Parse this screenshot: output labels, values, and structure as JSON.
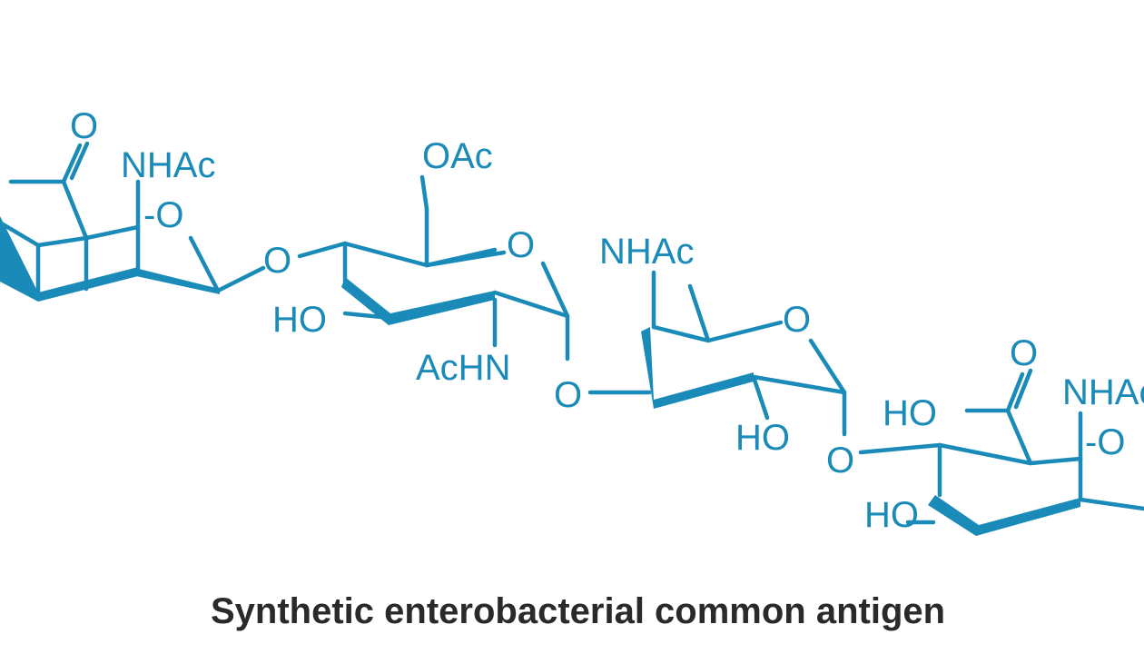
{
  "caption": "Synthetic enterobacterial common antigen",
  "colors": {
    "structure": "#1a8bb8",
    "caption": "#2a2a2a",
    "background": "#ffffff"
  },
  "labels": {
    "o_carbonyl_1": "O",
    "nhac_1": "NHAc",
    "o_ring_1": "-O",
    "o_link_1": "O",
    "oac": "OAc",
    "o_ring_2": "O",
    "ho_2": "HO",
    "achn_2": "AcHN",
    "nhac_3": "NHAc",
    "o_ring_3": "O",
    "o_link_2": "O",
    "ho_3": "HO",
    "o_link_3": "O",
    "o_carbonyl_4": "O",
    "ho_acid_4": "HO",
    "nhac_4": "NHAc",
    "o_ring_4": "-O",
    "ho_4": "HO"
  }
}
